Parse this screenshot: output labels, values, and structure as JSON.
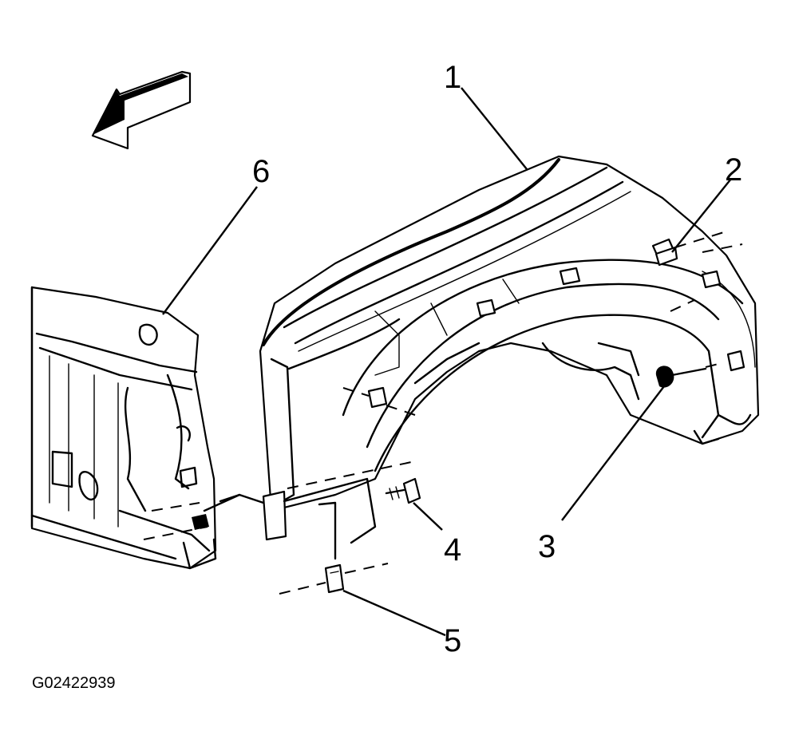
{
  "diagram": {
    "figure_id": "G02422939",
    "callouts": [
      {
        "id": "1",
        "label": "1"
      },
      {
        "id": "2",
        "label": "2"
      },
      {
        "id": "3",
        "label": "3"
      },
      {
        "id": "4",
        "label": "4"
      },
      {
        "id": "5",
        "label": "5"
      },
      {
        "id": "6",
        "label": "6"
      }
    ],
    "icons": [
      "direction-arrow-icon"
    ]
  }
}
